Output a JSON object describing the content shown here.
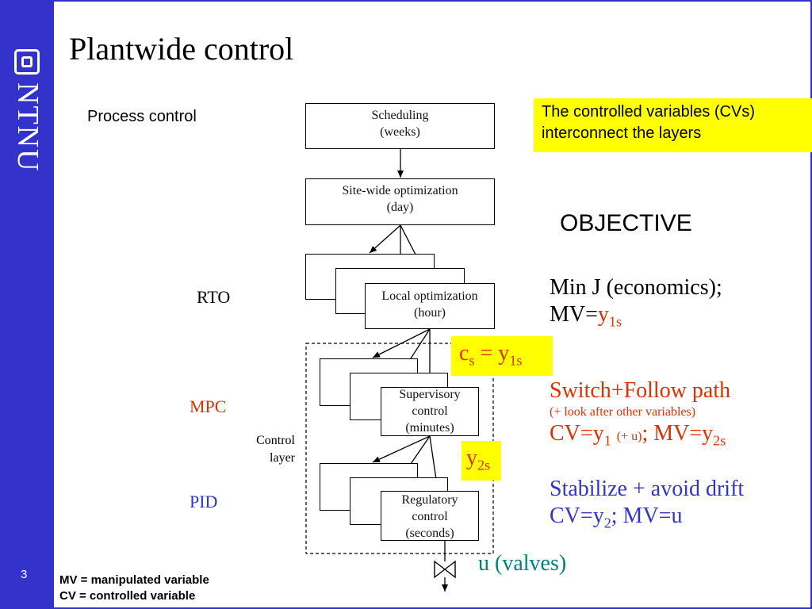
{
  "slide": {
    "title": "Plantwide control",
    "subtitle": "Process control",
    "logo": "NTNU",
    "page_number": "3"
  },
  "diagram": {
    "scheduling": [
      "Scheduling",
      "(weeks)"
    ],
    "sitewide": [
      "Site-wide optimization",
      "(day)"
    ],
    "local": [
      "Local optimization",
      "(hour)"
    ],
    "supervisory": [
      "Supervisory",
      "control",
      "(minutes)"
    ],
    "regulatory": [
      "Regulatory",
      "control",
      "(seconds)"
    ],
    "control_layer": [
      "Control",
      "layer"
    ]
  },
  "labels": {
    "rto": "RTO",
    "mpc": "MPC",
    "pid": "PID"
  },
  "note": {
    "line1": "The controlled variables (CVs)",
    "line2": "interconnect the layers"
  },
  "objective": "OBJECTIVE",
  "rto_text": {
    "line1": "Min J (economics);",
    "mv": "MV=",
    "y": "y",
    "sub": "1s"
  },
  "mpc_text": {
    "line1": "Switch+Follow path",
    "line2": "(+ look after other variables)",
    "cv": "CV=y",
    "cv_sub": "1",
    "small": "(+ u)",
    "mv": "; MV=y",
    "mv_sub": "2s"
  },
  "pid_text": {
    "line1": "Stabilize + avoid drift",
    "cv": "CV=y",
    "cv_sub": "2",
    "mv": "; MV=u"
  },
  "signals": {
    "cs_c": "c",
    "cs_c_sub": "s",
    "cs_eq": " = y",
    "cs_sub": "1s",
    "y2s": "y",
    "y2s_sub": "2s",
    "valves": "u (valves)"
  },
  "legend": {
    "mv": "MV = manipulated variable",
    "cv": "CV = controlled variable"
  },
  "colors": {
    "sidebar": "#3333cc",
    "highlight": "#ffff00",
    "red": "#e03000",
    "blue": "#3333cc",
    "teal": "#008080"
  }
}
